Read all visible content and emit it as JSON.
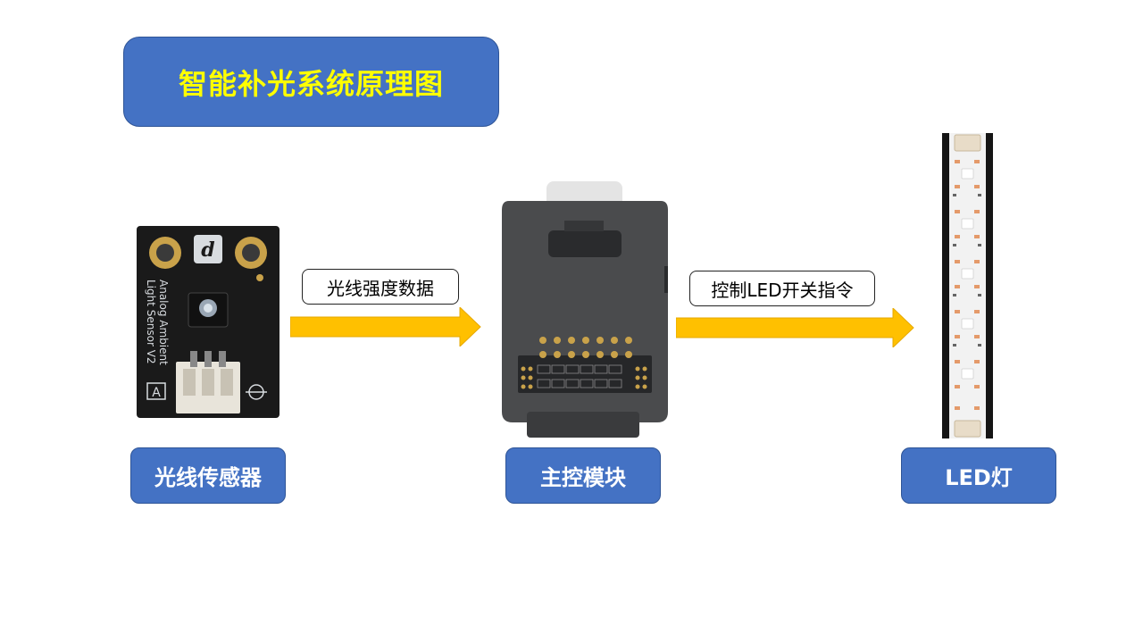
{
  "title": "智能补光系统原理图",
  "nodes": {
    "sensor": {
      "label": "光线传感器",
      "board_text_1": "Analog Ambient",
      "board_text_2": "Light Sensor V2",
      "board_letter": "A"
    },
    "controller": {
      "label": "主控模块"
    },
    "led": {
      "label": "LED灯"
    }
  },
  "edges": [
    {
      "from": "sensor",
      "to": "controller",
      "label": "光线强度数据"
    },
    {
      "from": "controller",
      "to": "led",
      "label": "控制LED开关指令"
    }
  ],
  "colors": {
    "box_fill": "#4472C4",
    "title_text": "#FFFF00",
    "arrow": "#FFC000"
  }
}
